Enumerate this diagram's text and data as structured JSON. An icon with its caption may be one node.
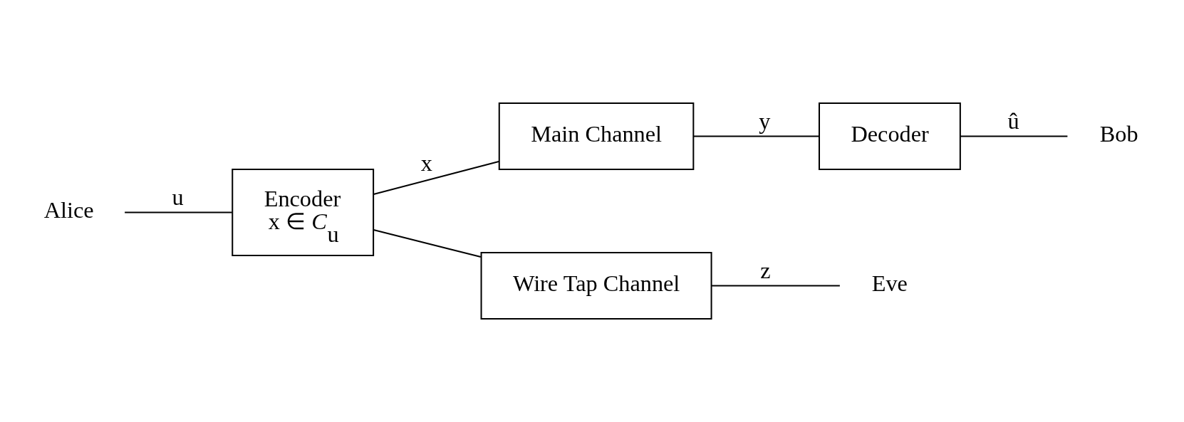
{
  "diagram": {
    "nodes": [
      {
        "text": [
          "Alice"
        ]
      },
      {
        "text": [
          "Encoder",
          "x ∈ *C*$_{u}$"
        ]
      },
      {
        "text": [
          "Main Channel"
        ]
      },
      {
        "text": [
          "Decoder"
        ]
      },
      {
        "text": [
          "Bob"
        ]
      },
      {
        "text": [
          "Wire Tap Channel"
        ]
      },
      {
        "text": [
          "Eve"
        ]
      }
    ],
    "edges": [
      {
        "from": 0,
        "to": 1,
        "arrow": "none",
        "label": "u"
      },
      {
        "from": 1,
        "to": 2,
        "arrow": "none",
        "label": "x"
      },
      {
        "from": 1,
        "to": 5,
        "arrow": "none"
      },
      {
        "from": 2,
        "to": 3,
        "arrow": "none",
        "label": "y"
      },
      {
        "from": 3,
        "to": 4,
        "arrow": "none",
        "label": "û"
      },
      {
        "from": 5,
        "to": 6,
        "arrow": "none",
        "label": "z"
      }
    ]
  }
}
